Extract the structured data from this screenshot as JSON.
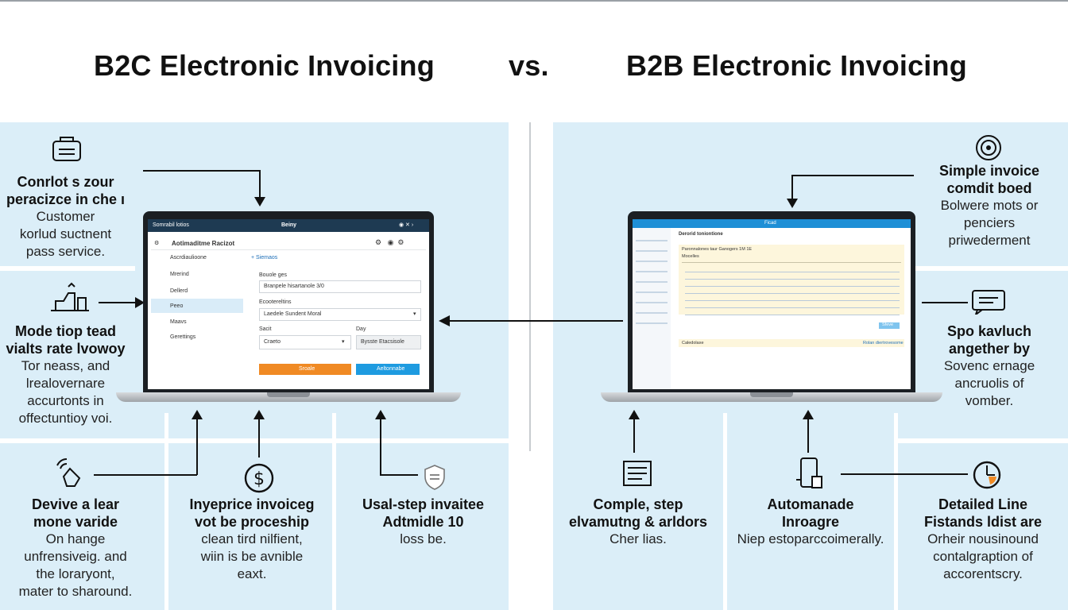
{
  "header": {
    "left_title": "B2C Electronic Invoicing",
    "vs": "vs.",
    "right_title": "B2B Electronic Invoicing"
  },
  "b2c": {
    "top": {
      "title_line1": "Conrlot s zour",
      "title_line2": "peracizce in che ı",
      "body_line1": "Customer",
      "body_line2": "korlud suctnent",
      "body_line3": "pass service."
    },
    "middle": {
      "title_line1": "Mode tiop tead",
      "title_line2": "vialts rate lvowoy",
      "body_line1": "Tor neass, and",
      "body_line2": "lrealovernare",
      "body_line3": "accurtonts in",
      "body_line4": "offectuntioy voi."
    },
    "bottom1": {
      "title_line1": "Devive a lear",
      "title_line2": "mone varide",
      "body_line1": "On hange",
      "body_line2": "unfrensiveig. and",
      "body_line3": "the loraryont,",
      "body_line4": "mater to sharound."
    },
    "bottom2": {
      "title_line1": "Inyeprice invoiceg",
      "title_line2": "vot be proceship",
      "body_line1": "clean tird nilfient,",
      "body_line2": "wiin is be avnible",
      "body_line3": "eaxt."
    },
    "bottom3": {
      "title_line1": "Usal-step invaitee",
      "title_line2": "Adtmidle 10",
      "body_line1": "loss be."
    },
    "laptop": {
      "app_name": "Somrabil lotios",
      "brand": "Beiny",
      "page_title": "Aotimaditme Racizot",
      "sidebar": [
        "Ascrdiaulioone",
        "Mrerind",
        "Dellerd",
        "Peeo",
        "Maavs",
        "Gerettings"
      ],
      "subtitle": "Rosbolibuo Piramato",
      "link": "+ Siemaos",
      "field1_label": "Bouole ges",
      "field1_value": "Branpele hisartanole 3/0",
      "field2_label": "Ecootereltins",
      "field2_value": "Laedele Sundent Moral",
      "field3_label": "Sacit",
      "field3_value": "Craeto",
      "field4_label": "Day",
      "field4_value": "Bysste Etacsisole",
      "button_orange": "Sroale",
      "button_blue": "Aeltonnabe"
    }
  },
  "b2b": {
    "top": {
      "title_line1": "Simple invoice",
      "title_line2": "comdit boed",
      "body_line1": "Bolwere mots or",
      "body_line2": "penciers",
      "body_line3": "priwederment"
    },
    "middle": {
      "title_line1": "Spo kavluch",
      "title_line2": "angether by",
      "body_line1": "Sovenc ernage",
      "body_line2": "ancruolis of",
      "body_line3": "vomber."
    },
    "bottom1": {
      "title_line1": "Comple, step",
      "title_line2": "elvamutng & arldors",
      "body_line1": "Cher lias."
    },
    "bottom2": {
      "title_line1": "Automanade",
      "title_line2": "Inroagre",
      "body_line1": "Niep estoparccoimerally."
    },
    "bottom3": {
      "title_line1": "Detailed Line",
      "title_line2": "Fistands ldist are",
      "body_line1": "Orheir nousinound",
      "body_line2": "contalgraption of",
      "body_line3": "accorentscry."
    },
    "laptop": {
      "brand": "Ficad",
      "page_title": "Derorid toniontione",
      "banner": "Paronnalones taur Ganogers 1M 1E",
      "banner_sub": "Mocelles",
      "footer_left": "Caledolaxe",
      "footer_right": "Rolan diertrovesome",
      "button": "Sfeve"
    }
  },
  "colors": {
    "panel": "#dbeef8",
    "orange": "#f08a24",
    "blue": "#1e9be0",
    "titlebar": "#1e3a52",
    "b2b_titlebar": "#1e8fd6"
  }
}
